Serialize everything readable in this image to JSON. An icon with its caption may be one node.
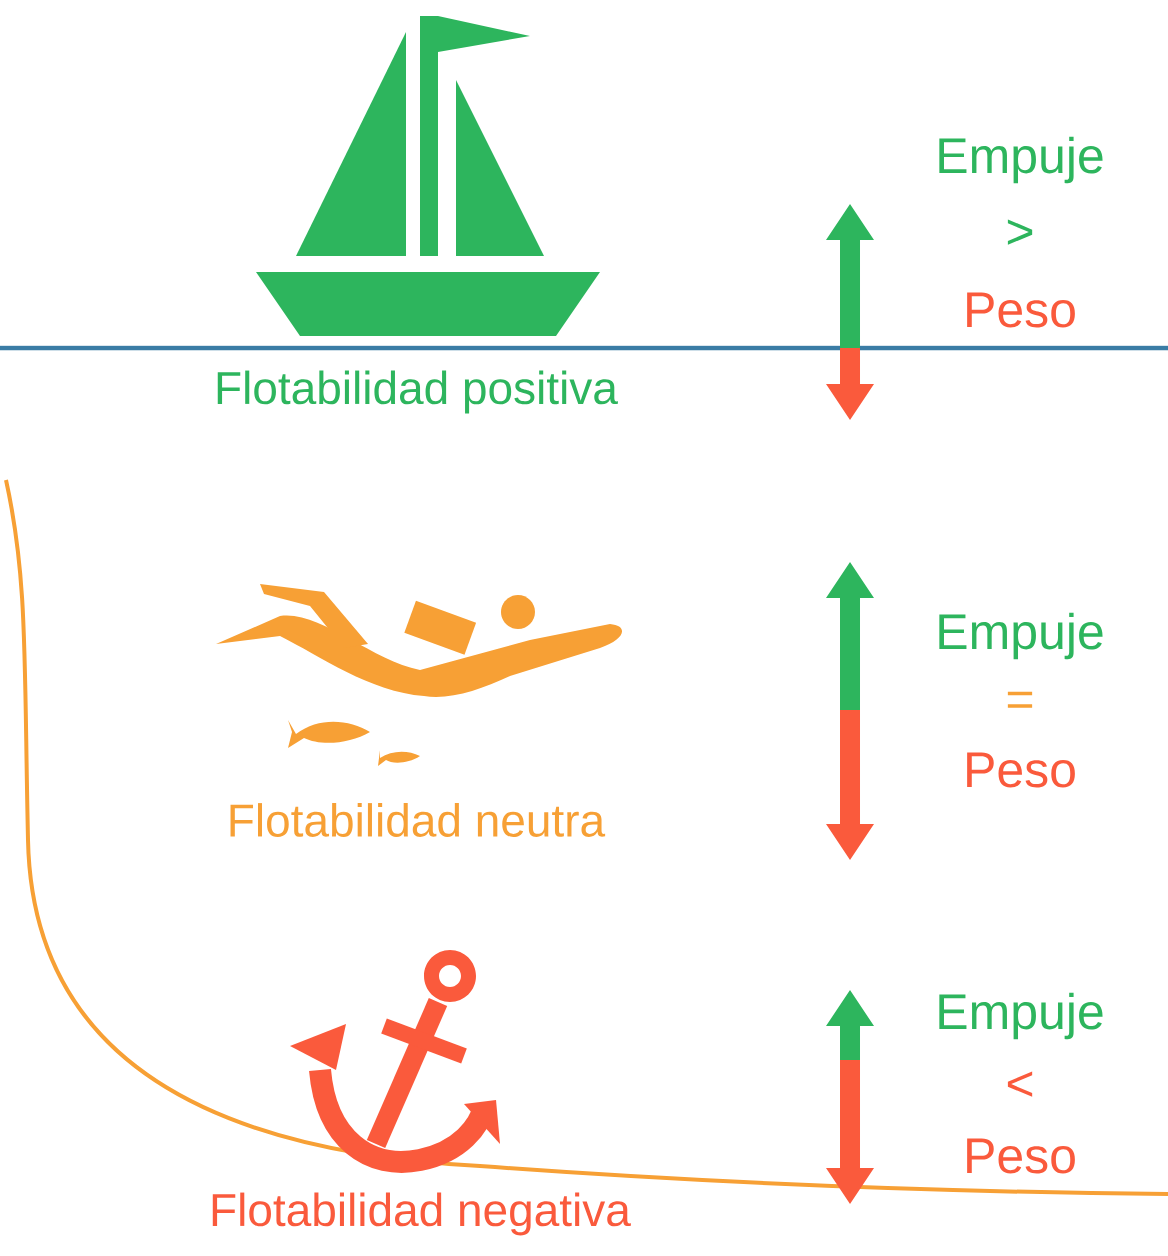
{
  "diagram": {
    "labels": [
      "Empuje",
      ">",
      "Peso",
      "Flotabilidad positiva",
      "Empuje",
      "=",
      "Peso",
      "Flotabilidad neutra",
      "Empuje",
      "<",
      "Peso",
      "Flotabilidad negativa"
    ]
  }
}
